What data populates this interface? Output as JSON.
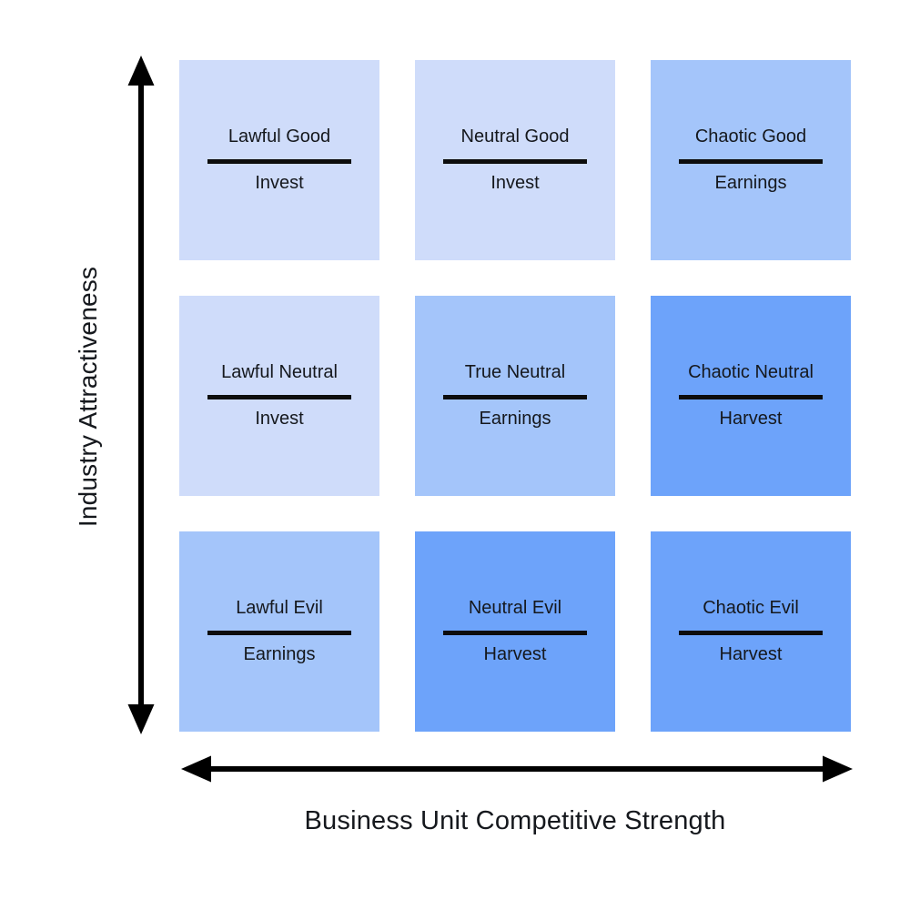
{
  "matrix": {
    "y_axis_label": "Industry Attractiveness",
    "x_axis_label": "Business Unit Competitive Strength",
    "colors": {
      "light": "#cfdcfa",
      "medium": "#a4c5fa",
      "dark": "#6da3fa",
      "divider": "#0d0d0d",
      "arrow": "#000000",
      "text": "#15181d",
      "background": "#ffffff"
    },
    "cells": [
      {
        "title": "Lawful Good",
        "strategy": "Invest",
        "tone": "light"
      },
      {
        "title": "Neutral Good",
        "strategy": "Invest",
        "tone": "light"
      },
      {
        "title": "Chaotic Good",
        "strategy": "Earnings",
        "tone": "medium"
      },
      {
        "title": "Lawful Neutral",
        "strategy": "Invest",
        "tone": "light"
      },
      {
        "title": "True Neutral",
        "strategy": "Earnings",
        "tone": "medium"
      },
      {
        "title": "Chaotic Neutral",
        "strategy": "Harvest",
        "tone": "dark"
      },
      {
        "title": "Lawful Evil",
        "strategy": "Earnings",
        "tone": "medium"
      },
      {
        "title": "Neutral Evil",
        "strategy": "Harvest",
        "tone": "dark"
      },
      {
        "title": "Chaotic Evil",
        "strategy": "Harvest",
        "tone": "dark"
      }
    ]
  }
}
